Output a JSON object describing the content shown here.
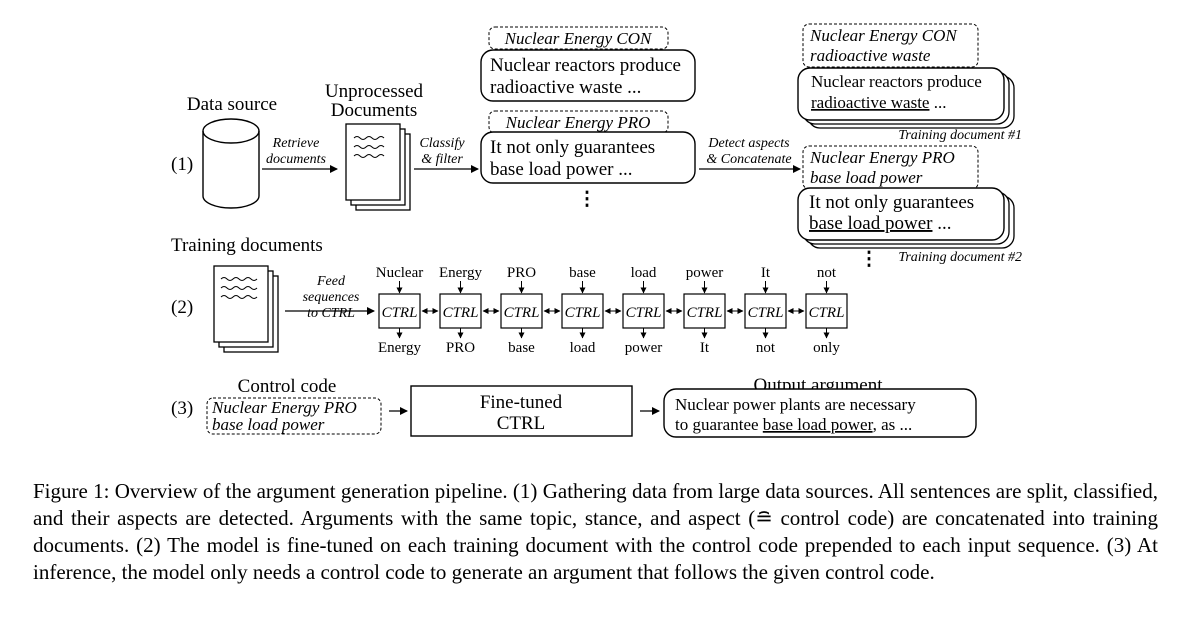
{
  "row1": {
    "marker": "(1)",
    "data_source": "Data source",
    "unprocessed_1": "Unprocessed",
    "unprocessed_2": "Documents",
    "retrieve_1": "Retrieve",
    "retrieve_2": "documents",
    "classify_1": "Classify",
    "classify_2": "& filter",
    "con_tag": "Nuclear Energy CON",
    "con_text_1": "Nuclear reactors produce",
    "con_text_2": "radioactive waste ...",
    "pro_tag": "Nuclear Energy PRO",
    "pro_text_1": "It not only guarantees",
    "pro_text_2": "base load power ...",
    "detect_1": "Detect aspects",
    "detect_2": "& Concatenate",
    "td1_tag_1": "Nuclear Energy CON",
    "td1_tag_2": "radioactive waste",
    "td1_text_1": "Nuclear reactors produce",
    "td1_text_2a": "radioactive waste",
    "td1_text_2b": " ...",
    "td1_label": "Training document #1",
    "td2_tag_1": "Nuclear Energy PRO",
    "td2_tag_2": "base load power",
    "td2_text_1": "It not only guarantees",
    "td2_text_2a": "base load power",
    "td2_text_2b": " ...",
    "td2_label": "Training document #2",
    "ellipsis": "⋮"
  },
  "row2": {
    "marker": "(2)",
    "title": "Training documents",
    "feed_1": "Feed",
    "feed_2": "sequences",
    "feed_3": "to CTRL",
    "block_label": "CTRL",
    "inputs": [
      "Nuclear",
      "Energy",
      "PRO",
      "base",
      "load",
      "power",
      "It",
      "not"
    ],
    "outputs": [
      "Energy",
      "PRO",
      "base",
      "load",
      "power",
      "It",
      "not",
      "only"
    ]
  },
  "row3": {
    "marker": "(3)",
    "control_title": "Control code",
    "control_1": "Nuclear Energy PRO",
    "control_2": "base load power",
    "model_1": "Fine-tuned",
    "model_2": "CTRL",
    "output_title": "Output argument",
    "output_1": "Nuclear power plants are necessary",
    "output_2a": "to guarantee ",
    "output_2b": "base load power",
    "output_2c": ", as ..."
  },
  "caption": {
    "label": "Figure 1:",
    "text": " Overview of the argument generation pipeline. (1) Gathering data from large data sources. All sentences are split, classified, and their aspects are detected. Arguments with the same topic, stance, and aspect (≘ control code) are concatenated into training documents. (2) The model is fine-tuned on each training document with the control code prepended to each input sequence. (3) At inference, the model only needs a control code to generate an argument that follows the given control code."
  }
}
